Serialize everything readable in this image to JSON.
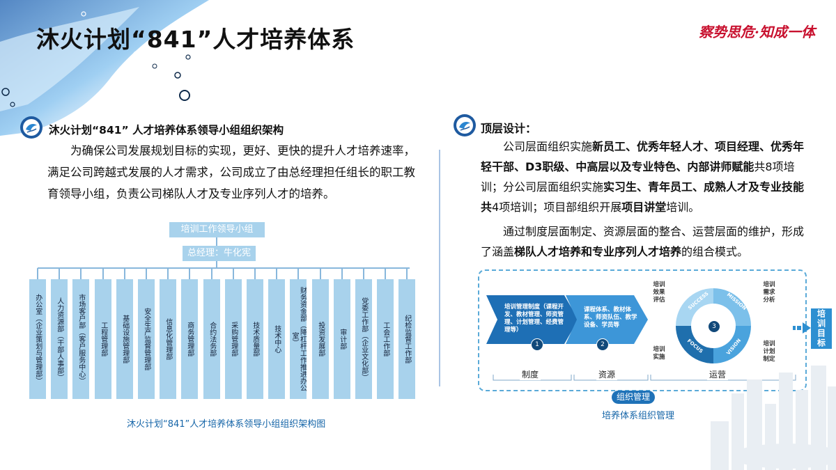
{
  "header": {
    "title": "沐火计划“841”人才培养体系",
    "slogan": "察势思危·知成一体"
  },
  "left": {
    "heading": "沐火计划“841” 人才培养体系领导小组组织架构",
    "paragraph": "为确保公司发展规划目标的实现，更好、更快的提升人才培养速率，满足公司跨越式发展的人才需求，公司成立了由总经理担任组长的职工教育领导小组，负责公司梯队人才及专业序列人才的培养。",
    "chart": {
      "root": "培训工作领导小组",
      "leader": "总经理：牛化宪",
      "departments": [
        "办公室（企业策划与管理部）",
        "人力资源部（干部人事部）",
        "市场客户部（客户服务中心）",
        "工程管理部",
        "基础设施管理部",
        "安全生产监督管理部",
        "信息化管理部",
        "商务管理部",
        "合约法务部",
        "采购管理部",
        "技术质量部",
        "技术中心",
        "财务资金部（降杠杆工作推进办公室）",
        "投资发展部",
        "审计部",
        "党委工作部（企业文化部）",
        "工会工作部",
        "纪检监督工作部"
      ]
    },
    "caption": "沐火计划“841”人才培养体系领导小组组织架构图"
  },
  "right": {
    "heading": "顶层设计：",
    "p1": [
      {
        "t": "公司层面组织实施",
        "b": false
      },
      {
        "t": "新员工、优秀年轻人才、项目经理、优秀年轻干部、D3职级、中高层以及专业特色、内部讲师赋能",
        "b": true
      },
      {
        "t": "共8项培训；分公司层面组织实施",
        "b": false
      },
      {
        "t": "实习生、青年员工、成熟人才及专业技能共",
        "b": true
      },
      {
        "t": "4项培训；项目部组织开展",
        "b": false
      },
      {
        "t": "项目讲堂",
        "b": true
      },
      {
        "t": "培训。",
        "b": false
      }
    ],
    "p2": [
      {
        "t": "通过制度层面制定、资源层面的整合、运营层面的维护，形成了涵盖",
        "b": false
      },
      {
        "t": "梯队人才培养和专业序列人才培养",
        "b": true
      },
      {
        "t": "的组合模式。",
        "b": false
      }
    ],
    "diagram": {
      "chevron1": "培训管理制度（课程开发、教材管理、师资管理、计划管理、经费管理等）",
      "chevron2": "课程体系、教材体系、师资队伍、教学设备、学员等",
      "num1": "1",
      "num2": "2",
      "num3": "3",
      "cycle_words": [
        "SUCCESS",
        "MISSION",
        "FOCUS",
        "VISION"
      ],
      "eval_label": "培训效果评估",
      "needs_label": "培训需求分析",
      "impl_label": "培训实施",
      "plan_label": "培训计划制定",
      "sec_system": "制度",
      "sec_resource": "资源",
      "sec_operation": "运营",
      "org_button": "组织管理",
      "target": "培训目标",
      "caption": "培养体系组织管理"
    }
  },
  "colors": {
    "title": "#111111",
    "slogan": "#c8102e",
    "org_box": "#a8d2ec",
    "chevron_dark": "#1e6fb5",
    "chevron_light": "#3d96d8",
    "caption": "#1565a8"
  }
}
